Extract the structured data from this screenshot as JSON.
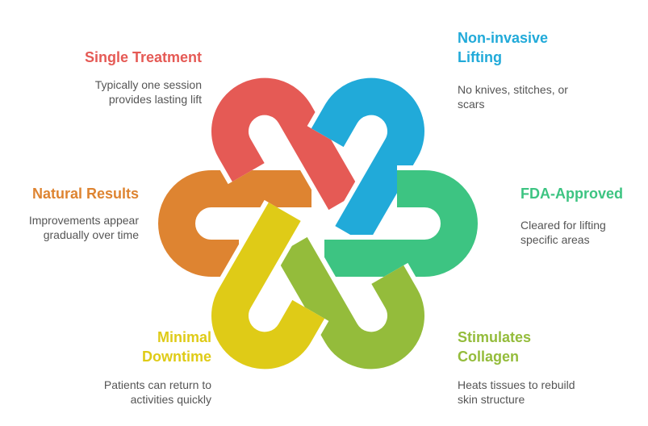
{
  "colors": {
    "red": "#E55A55",
    "blue": "#21AAD9",
    "green": "#3DC482",
    "olive": "#94BC3B",
    "yellow": "#DFCB17",
    "orange": "#DE8431"
  },
  "items": [
    {
      "title": "Single Treatment",
      "body": "Typically one session\nprovides lasting lift"
    },
    {
      "title": "Non-invasive\nLifting",
      "body": "No knives, stitches, or\nscars"
    },
    {
      "title": "FDA-Approved",
      "body": "Cleared for lifting\nspecific areas"
    },
    {
      "title": "Stimulates\nCollagen",
      "body": "Heats tissues to rebuild\nskin structure"
    },
    {
      "title": "Minimal\nDowntime",
      "body": "Patients can return to\nactivities quickly"
    },
    {
      "title": "Natural Results",
      "body": "Improvements appear\ngradually over time"
    }
  ]
}
